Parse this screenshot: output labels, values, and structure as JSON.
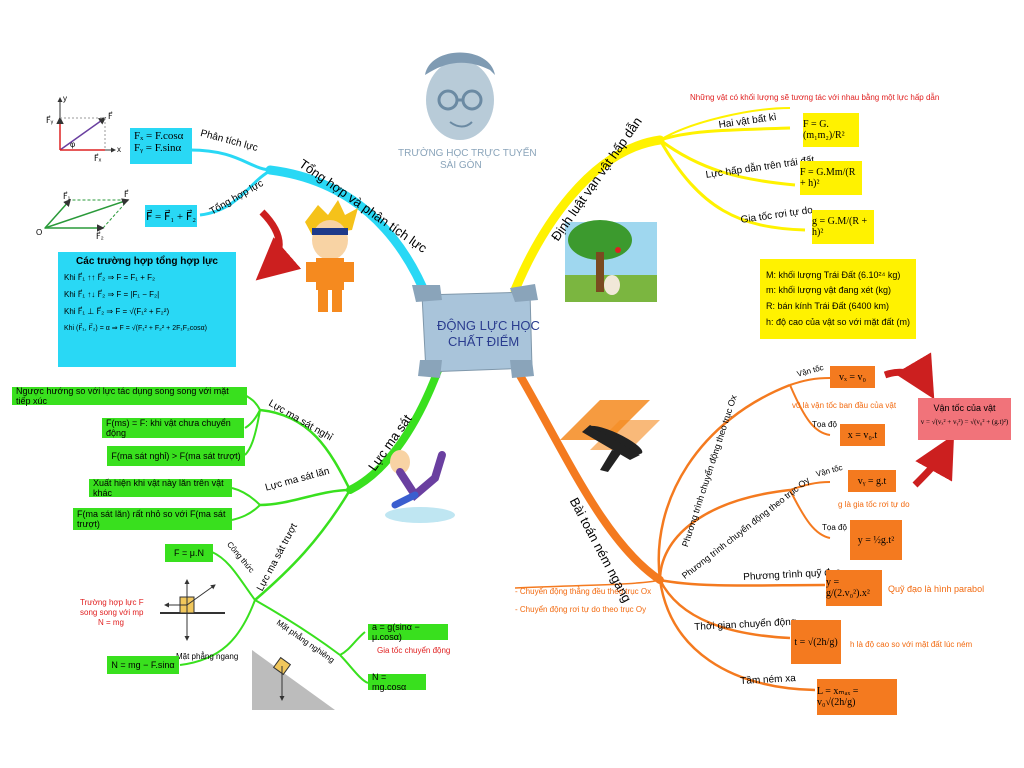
{
  "center": {
    "line1": "ĐỘNG LỰC HỌC",
    "line2": "CHẤT ĐIỂM"
  },
  "logo": {
    "line1": "TRƯỜNG HỌC TRỰC TUYẾN",
    "line2": "SÀI GÒN"
  },
  "colors": {
    "cyan": "#29d8f5",
    "yellow": "#fff200",
    "orange": "#f47a1f",
    "green": "#39e01e",
    "red": "#e02020"
  },
  "cyan_branch": {
    "title": "Tổng hợp và phân tích lực",
    "phan_tich_label": "Phân tích lực",
    "phan_tich_formulas": [
      "Fₓ = F.cosα",
      "Fᵧ = F.sinα"
    ],
    "tong_hop_label": "Tổng hợp lực",
    "tong_hop_formula": "F⃗ = F⃗₁ + F⃗₂",
    "cases_title": "Các trường hợp tổng hợp lực",
    "cases": [
      "Khi F⃗₁ ↑↑ F⃗₂ ⇒ F = F₁ + F₂",
      "Khi F⃗₁ ↑↓ F⃗₂ ⇒ F = |F₁ − F₂|",
      "Khi F⃗₁ ⊥ F⃗₂ ⇒ F = √(F₁² + F₂²)",
      "Khi (F⃗₁, F⃗₂) = α ⇒ F = √(F₁² + F₂² + 2F₁F₂cosα)"
    ],
    "diagram1_labels": {
      "y": "y",
      "Fy": "F⃗ᵧ",
      "F": "F⃗",
      "Fx": "F⃗ₓ",
      "x": "x",
      "phi": "φ"
    },
    "diagram2_labels": {
      "F1": "F⃗₁",
      "F": "F⃗",
      "O": "O",
      "F2": "F⃗₂"
    }
  },
  "yellow_branch": {
    "title": "Định luật vạn vật hấp dẫn",
    "note": "Những vật có khối lượng sẽ tương tác với nhau bằng một lực hấp dẫn",
    "items": [
      {
        "label": "Hai vật bất kì",
        "formula": "F = G.(m₁m₂)/R²"
      },
      {
        "label": "Lực hấp dẫn trên trái đất",
        "formula": "F = G.Mm/(R + h)²"
      },
      {
        "label": "Gia tốc rơi tự do",
        "formula": "g = G.M/(R + h)²"
      }
    ],
    "legend": [
      "M: khối lượng Trái Đất (6.10²⁴ kg)",
      "m: khối lượng vật đang xét (kg)",
      "R: bán kính Trái Đất (6400 km)",
      "h: độ cao của vật so với mặt đất (m)"
    ]
  },
  "orange_branch": {
    "title": "Bài toán ném ngang",
    "ox_label": "Phương trình chuyển động theo trục Ox",
    "oy_label": "Phương trình chuyển động theo trục Oy",
    "van_toc": "Vận tốc",
    "toa_do": "Tọa độ",
    "vx": "vₓ = v₀",
    "x_eq": "x = v₀.t",
    "v0_note": "v0 là vận tốc ban đầu của vật",
    "vy": "vᵧ = g.t",
    "y_eq": "y = ½g.t²",
    "g_note": "g là gia tốc rơi tự do",
    "velocity_box_title": "Vận tốc của vật",
    "velocity_box_formula": "v = √(vₓ² + vᵧ²) = √(v₀² + (g.t)²)",
    "quy_dao_label": "Phương trình quỹ đạo",
    "quy_dao_formula": "y = g/(2.v₀²).x²",
    "quy_dao_note": "Quỹ đạo là hình parabol",
    "thoi_gian_label": "Thời gian chuyển động",
    "thoi_gian_formula": "t = √(2h/g)",
    "h_note": "h là độ cao so với mặt đất lúc ném",
    "tam_nem_label": "Tầm ném xa",
    "tam_nem_formula": "L = xₘₐₓ = v₀√(2h/g)",
    "side_notes": [
      "- Chuyển động thẳng đều theo trục Ox",
      "- Chuyển động rơi tự do theo trục Oy"
    ]
  },
  "green_branch": {
    "title": "Lực ma sát",
    "nghi_label": "Lực ma sát nghỉ",
    "nghi_items": [
      "Ngược hướng so với lực tác dụng song song với mặt tiếp xúc",
      "F(ms) = F: khi vật chưa chuyển động",
      "F(ma sát nghỉ) > F(ma sát trượt)"
    ],
    "lan_label": "Lực ma sát lăn",
    "lan_items": [
      "Xuất hiện khi vật này lăn trên vật khác",
      "F(ma sát lăn) rất nhỏ so với F(ma sát trượt)"
    ],
    "truot_label": "Lực ma sát trượt",
    "cong_thuc_label": "Công thức",
    "cong_thuc": "F = μ.N",
    "mat_phang_ngang_label": "Mặt phẳng ngang",
    "mat_phang_ngang_formula": "N = mg − F.sinα",
    "truong_hop_note": [
      "Trường hợp lực F",
      "song song với mp",
      "N = mg"
    ],
    "mat_phang_nghieng_label": "Mặt phẳng nghiêng",
    "accel_formula": "a = g(sinα − μ.cosα)",
    "accel_note": "Gia tốc chuyển động",
    "n_incline": "N = mg.cosα"
  }
}
